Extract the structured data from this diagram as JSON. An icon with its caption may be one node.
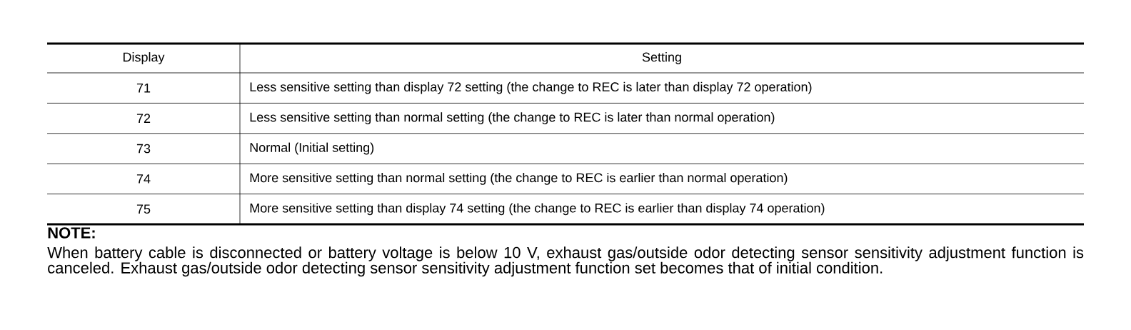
{
  "diagram": {
    "labels": [
      "Display",
      "Setting",
      "71",
      "Less sensitive setting than display 72 setting (the change to REC is later than display 72 operation)",
      "72",
      "Less sensitive setting than normal setting (the change to REC is later than normal operation)",
      "73",
      "Normal (Initial setting)",
      "74",
      "More sensitive setting than normal setting (the change to REC is earlier than normal operation)",
      "75",
      "More sensitive setting than display 74 setting (the change to REC is earlier than display 74 operation)",
      "NOTE:",
      "When battery cable is disconnected or battery voltage is below 10 V, exhaust gas/outside odor detecting sensor sensitivity adjustment function is canceled. Exhaust gas/outside odor detecting sensor sensitivity adjustment function set becomes that of initial condition."
    ]
  }
}
